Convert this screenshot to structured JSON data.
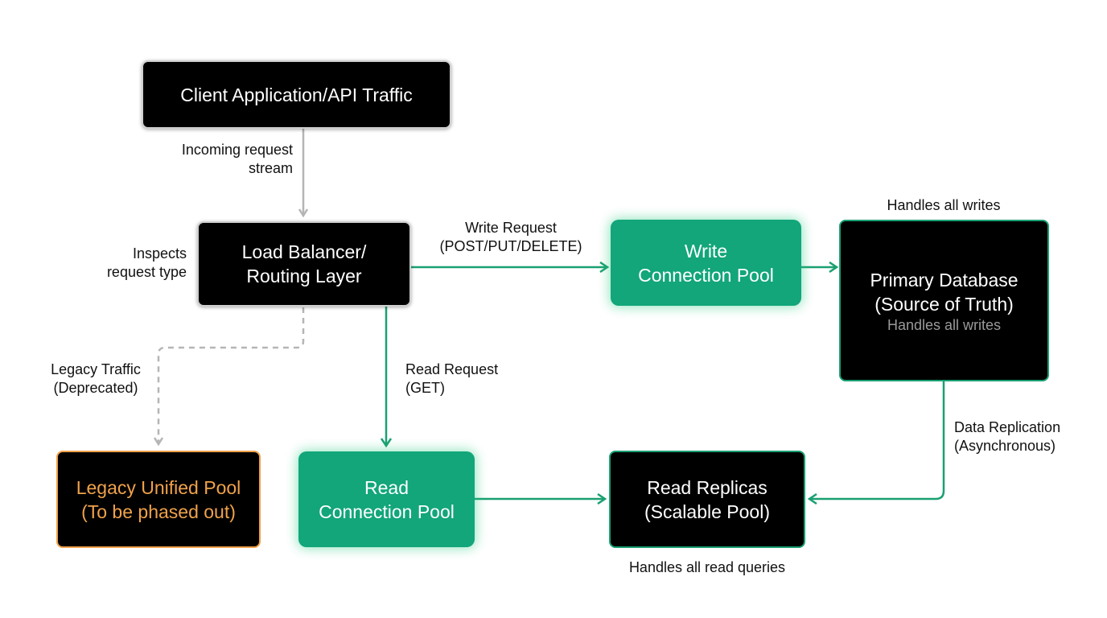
{
  "nodes": {
    "client": {
      "lines": [
        "Client Application/API Traffic"
      ]
    },
    "load_balancer": {
      "lines": [
        "Load Balancer/",
        "Routing Layer"
      ]
    },
    "write_pool": {
      "lines": [
        "Write",
        "Connection Pool"
      ]
    },
    "primary_db": {
      "lines": [
        "Primary Database",
        "(Source of Truth)"
      ],
      "note": "Handles all writes"
    },
    "read_pool": {
      "lines": [
        "Read",
        "Connection Pool"
      ]
    },
    "read_replicas": {
      "lines": [
        "Read Replicas",
        "(Scalable Pool)"
      ]
    },
    "legacy_pool": {
      "lines": [
        "Legacy Unified Pool",
        "(To be phased out)"
      ]
    }
  },
  "labels": {
    "incoming": [
      "Incoming request",
      "stream"
    ],
    "inspects": [
      "Inspects",
      "request type"
    ],
    "write_request": [
      "Write Request",
      "(POST/PUT/DELETE)"
    ],
    "read_request": [
      "Read Request",
      "(GET)"
    ],
    "legacy_traffic": [
      "Legacy Traffic",
      "(Deprecated)"
    ],
    "handles_writes": "Handles all writes",
    "data_replication": [
      "Data Replication",
      "(Asynchronous)"
    ],
    "handles_reads": "Handles all read queries"
  },
  "colors": {
    "green": "#12a67a",
    "edge_green": "#1aa071",
    "legacy_orange": "#f0a24a",
    "gray_edge": "#b5b5b5"
  }
}
